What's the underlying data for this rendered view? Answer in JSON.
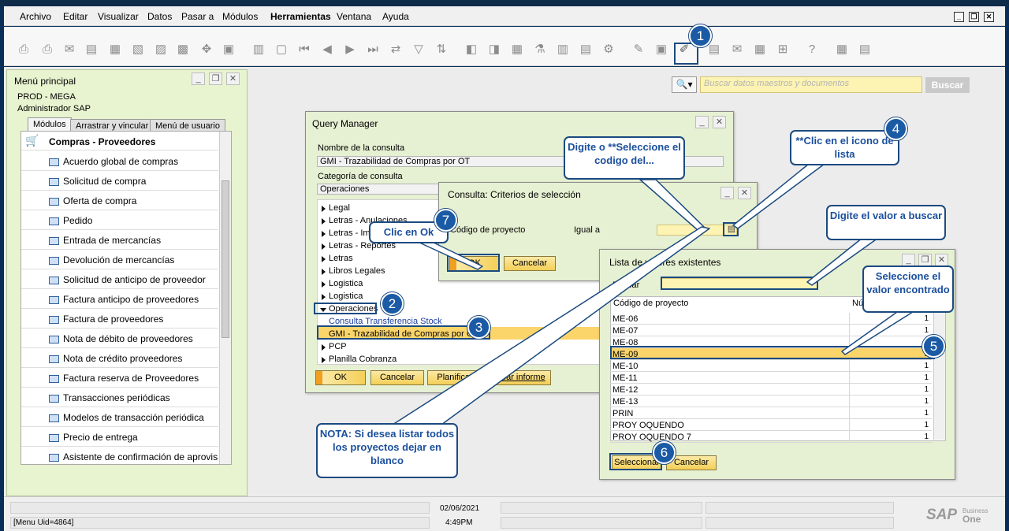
{
  "menubar": {
    "items": [
      "Archivo",
      "Editar",
      "Visualizar",
      "Datos",
      "Pasar a",
      "Módulos",
      "Herramientas",
      "Ventana",
      "Ayuda"
    ],
    "win_buttons": [
      "_",
      "❐",
      "✕"
    ]
  },
  "search": {
    "placeholder": "Buscar datos maestros y documentos",
    "button": "Buscar",
    "icon": "magnifier-dropdown-icon"
  },
  "left_panel": {
    "title": "Menú principal",
    "db": "PROD - MEGA",
    "user": "Administrador SAP",
    "tabs": [
      "Módulos",
      "Arrastrar y vincular",
      "Menú de usuario"
    ],
    "module": "Compras - Proveedores",
    "items": [
      "Acuerdo global de compras",
      "Solicitud de compra",
      "Oferta de compra",
      "Pedido",
      "Entrada de mercancías",
      "Devolución de mercancías",
      "Solicitud de anticipo de proveedor",
      "Factura anticipo de proveedores",
      "Factura de proveedores",
      "Nota de débito de proveedores",
      "Nota de crédito proveedores",
      "Factura reserva de Proveedores",
      "Transacciones periódicas",
      "Modelos de transacción periódica",
      "Precio de entrega",
      "Asistente de confirmación de aprovisionamiento"
    ]
  },
  "query_manager": {
    "title": "Query Manager",
    "name_label": "Nombre de la consulta",
    "name_value": "GMI - Trazabilidad de Compras por OT",
    "category_label": "Categoría de consulta",
    "category_value": "Operaciones",
    "tree": [
      "Legal",
      "Letras - Anulaciones",
      "Letras - Imp",
      "Letras - Reportes",
      "Letras",
      "Libros Legales",
      "Logistica",
      "Logistica"
    ],
    "tree_open": "Operaciones",
    "tree_children": [
      "Consulta Transferencia Stock",
      "GMI - Trazabilidad de Compras por OT"
    ],
    "tree_after": [
      "PCP",
      "Planilla Cobranza"
    ],
    "buttons": [
      "OK",
      "Cancelar",
      "Planificar",
      "Crear informe"
    ]
  },
  "criteria": {
    "title": "Consulta: Criterios de selección",
    "field_label": "Código de proyecto",
    "operator": "Igual a",
    "buttons": [
      "OK",
      "Cancelar"
    ]
  },
  "values_list": {
    "title": "Lista de valores existentes",
    "search_label": "Buscar",
    "col1": "Código de proyecto",
    "col2": "Nú",
    "rows": [
      [
        "ME-06",
        "1"
      ],
      [
        "ME-07",
        "1"
      ],
      [
        "ME-08",
        "1"
      ],
      [
        "ME-09",
        "1"
      ],
      [
        "ME-10",
        "1"
      ],
      [
        "ME-11",
        "1"
      ],
      [
        "ME-12",
        "1"
      ],
      [
        "ME-13",
        "1"
      ],
      [
        "PRIN",
        "1"
      ],
      [
        "PROY OQUENDO",
        "1"
      ],
      [
        "PROY OQUENDO 7",
        "1"
      ]
    ],
    "selected": "ME-09",
    "buttons": [
      "Seleccionar",
      "Cancelar"
    ]
  },
  "callouts": {
    "c_digite": "Digite  o **Seleccione el codigo  del...",
    "c_lista": "**Clic en el icono de lista",
    "c_valor": "Digite el valor a buscar",
    "c_selec": "Seleccione el valor encontrado",
    "c_ok": "Clic en Ok",
    "c_nota": "NOTA: Si desea listar todos los proyectos dejar en blanco"
  },
  "badges": [
    "1",
    "2",
    "3",
    "4",
    "5",
    "6",
    "7"
  ],
  "status": {
    "date": "02/06/2021",
    "time": "4:49PM",
    "menu_uid": "[Menu Uid=4864]",
    "brand": "SAP",
    "brand_sub1": "Business",
    "brand_sub2": "One"
  }
}
